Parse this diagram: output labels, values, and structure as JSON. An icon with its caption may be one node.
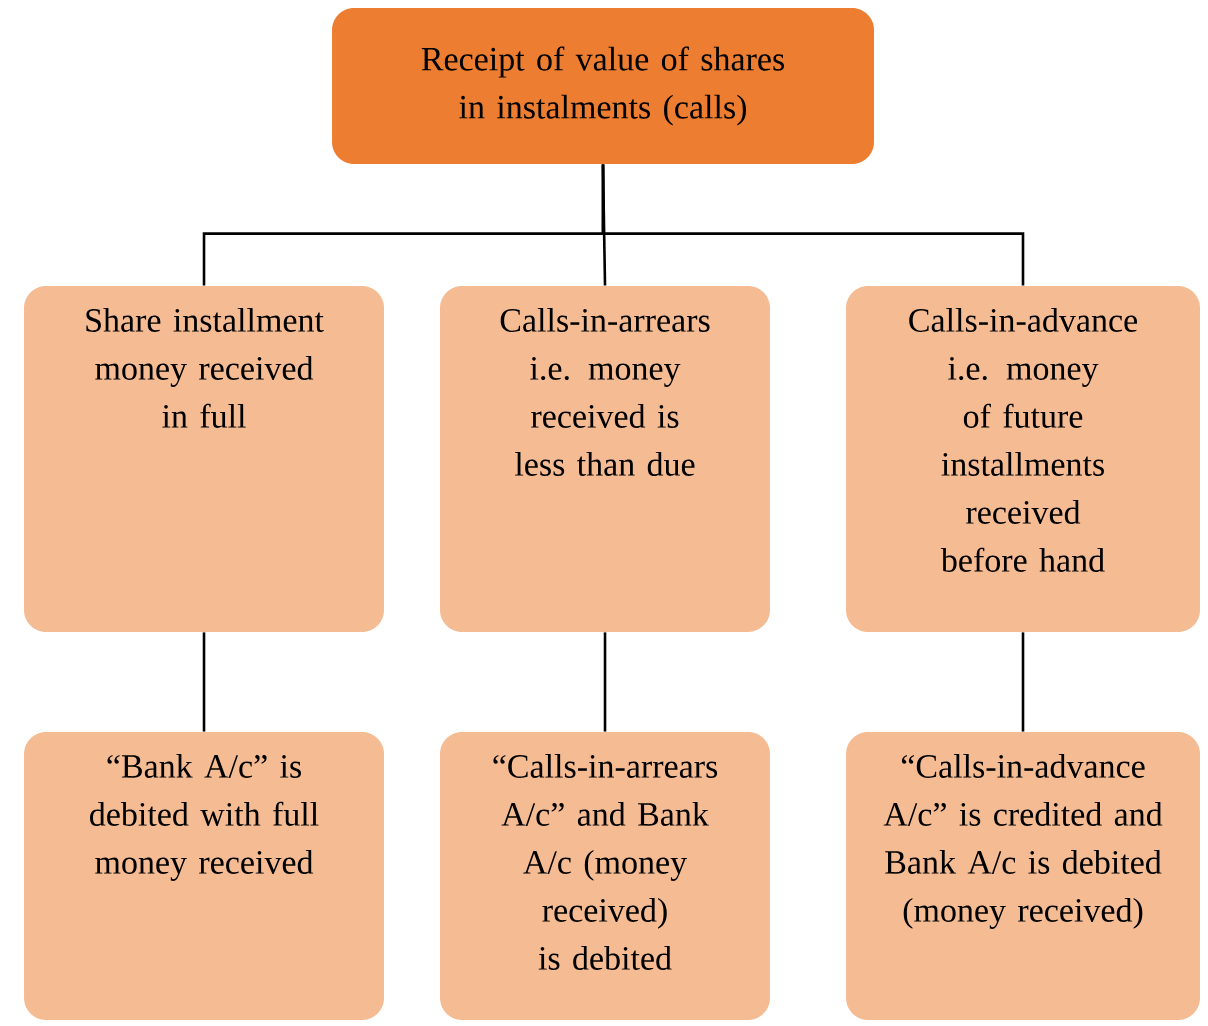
{
  "diagram": {
    "nodes": [
      {
        "text": [
          "Receipt of value of shares in instalments (calls)"
        ]
      },
      {
        "text": [
          "Share installment money received in full"
        ]
      },
      {
        "text": [
          "Calls-in-arrears i.e. money received is less than due"
        ]
      },
      {
        "text": [
          "Calls-in-advance i.e. money of future installments received before hand"
        ]
      },
      {
        "text": [
          "“Bank A/c” is debited with full money received"
        ]
      },
      {
        "text": [
          "“Calls-in-arrears A/c” and Bank A/c (money received) is debited"
        ]
      },
      {
        "text": [
          "“Calls-in-advance A/c” is credited and Bank A/c is debited (money received)"
        ]
      }
    ],
    "edges": [
      {
        "from": 0,
        "to": 1,
        "arrow": "none"
      },
      {
        "from": 0,
        "to": 2,
        "arrow": "none"
      },
      {
        "from": 0,
        "to": 3,
        "arrow": "none"
      },
      {
        "from": 1,
        "to": 4,
        "arrow": "none"
      },
      {
        "from": 2,
        "to": 5,
        "arrow": "none"
      },
      {
        "from": 3,
        "to": 6,
        "arrow": "none"
      }
    ]
  }
}
